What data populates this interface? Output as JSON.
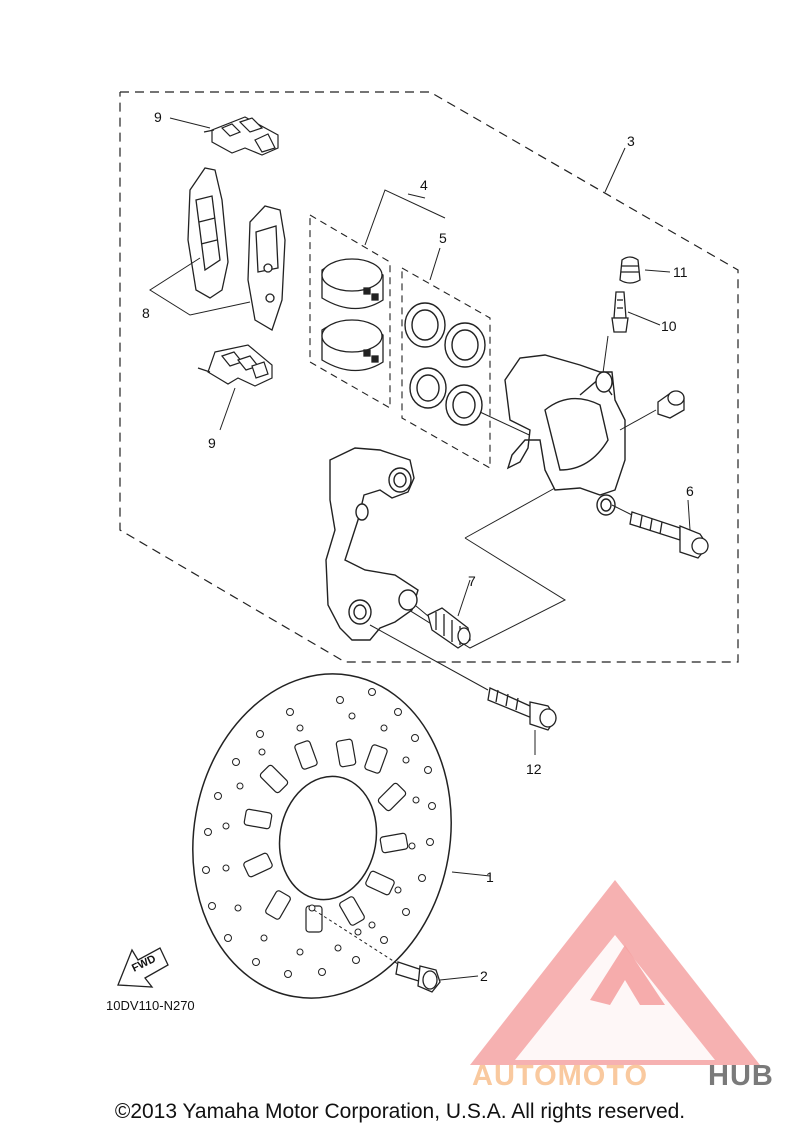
{
  "diagram": {
    "callouts": {
      "c1": "1",
      "c2": "2",
      "c3": "3",
      "c4": "4",
      "c5": "5",
      "c6": "6",
      "c7": "7",
      "c8": "8",
      "c9a": "9",
      "c9b": "9",
      "c10": "10",
      "c11": "11",
      "c12": "12"
    },
    "diagram_code": "10DV110-N270",
    "fwd_label": "FWD"
  },
  "watermark": {
    "brand_part1": "AUTOMOTO",
    "brand_part2": "HUB",
    "color_primary": "#f5a3a3",
    "color_secondary": "#f9c79a",
    "color_dark": "#7a7a7a"
  },
  "footer": {
    "copyright": "©2013 Yamaha Motor Corporation, U.S.A. All rights reserved."
  },
  "colors": {
    "line": "#222222",
    "background": "#ffffff"
  }
}
